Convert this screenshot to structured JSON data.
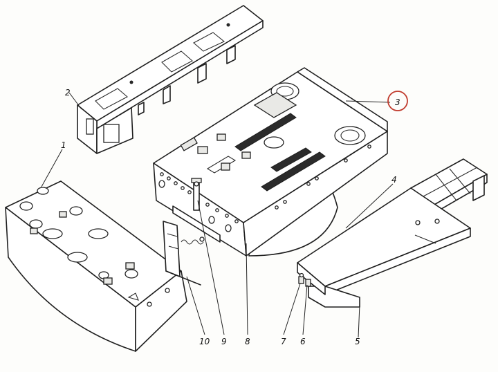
{
  "diagram": {
    "callouts": [
      {
        "id": "c1",
        "label": "1"
      },
      {
        "id": "c2",
        "label": "2"
      },
      {
        "id": "c3",
        "label": "3"
      },
      {
        "id": "c4",
        "label": "4"
      },
      {
        "id": "c5",
        "label": "5"
      },
      {
        "id": "c6",
        "label": "6"
      },
      {
        "id": "c7",
        "label": "7"
      },
      {
        "id": "c8",
        "label": "8"
      },
      {
        "id": "c9",
        "label": "9"
      },
      {
        "id": "c10",
        "label": "10"
      }
    ],
    "highlight_color": "#c0392b"
  }
}
